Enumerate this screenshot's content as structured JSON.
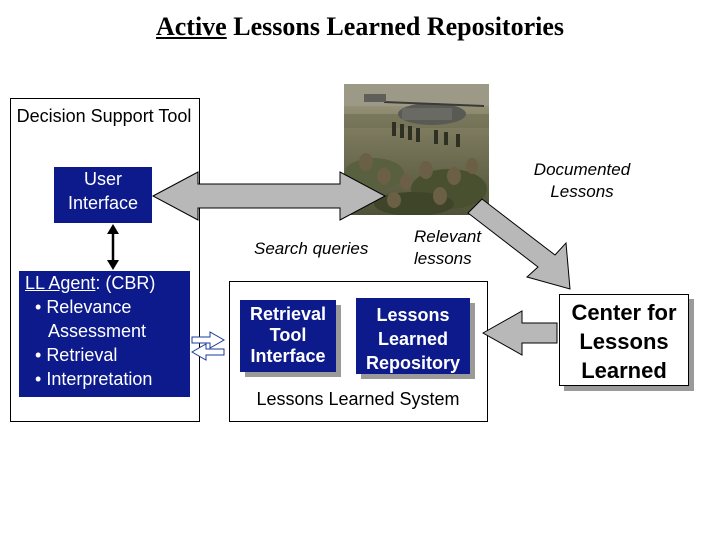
{
  "title": {
    "underlined": "Active",
    "rest": " Lessons Learned Repositories"
  },
  "decision_support": {
    "title": "Decision Support Tool"
  },
  "user_interface": {
    "label": "User Interface"
  },
  "ll_agent": {
    "heading_underlined": "LL Agent",
    "heading_rest": ": (CBR)",
    "items": [
      "Relevance",
      "Assessment",
      "Retrieval",
      "Interpretation"
    ]
  },
  "labels": {
    "documented_lessons": "Documented Lessons",
    "search_queries": "Search queries",
    "relevant_lessons": "Relevant lessons"
  },
  "lessons_learned_system": {
    "label": "Lessons Learned System",
    "retrieval_tool_interface": "Retrieval Tool Interface",
    "repository": "Lessons Learned Repository"
  },
  "center": {
    "label": "Center for Lessons Learned"
  },
  "colors": {
    "box_blue": "#0d1a8c",
    "arrow_gray": "#b8b8b8",
    "shadow_gray": "#9a9a9a"
  }
}
